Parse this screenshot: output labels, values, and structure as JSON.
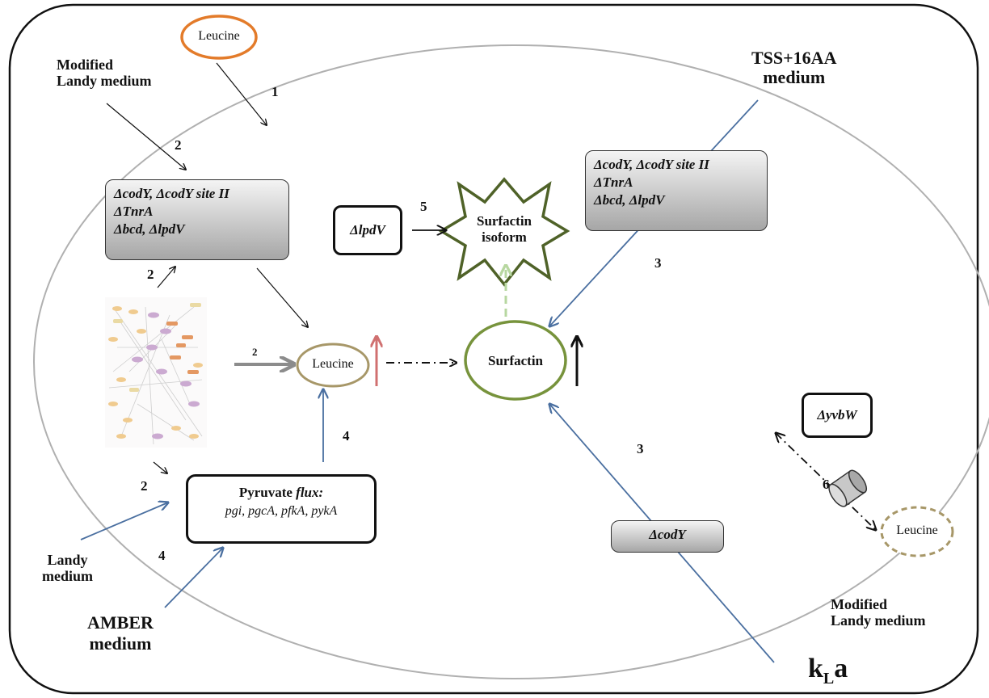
{
  "media": {
    "modified_landy_top": [
      "Modified",
      "Landy medium"
    ],
    "tss": [
      "TSS+16AA",
      "medium"
    ],
    "landy": [
      "Landy",
      "medium"
    ],
    "amber": [
      "AMBER",
      "medium"
    ],
    "modified_landy_bottom": [
      "Modified",
      "Landy medium"
    ],
    "kla_main": "k",
    "kla_sub": "L",
    "kla_end": "a"
  },
  "nodes": {
    "leucine_outside_top": "Leucine",
    "leucine_center": "Leucine",
    "leucine_secreted": "Leucine",
    "surfactin": "Surfactin",
    "surfactin_isoform": [
      "Surfactin",
      "isoform"
    ],
    "delta_lpdv": "ΔlpdV",
    "delta_yvbw": "ΔyvbW",
    "delta_cody": "ΔcodY",
    "mutants_left": [
      "ΔcodY, ΔcodY site II",
      "ΔTnrA",
      "Δbcd, ΔlpdV"
    ],
    "mutants_right": [
      "ΔcodY, ΔcodY site II",
      "ΔTnrA",
      "Δbcd, ΔlpdV"
    ],
    "pyruvate_title": "Pyruvate ",
    "pyruvate_title_it": "flux:",
    "pyruvate_genes": "pgi, pgcA, pfkA, pykA"
  },
  "step_numbers": {
    "n1": "1",
    "n2_top": "2",
    "n2_leftbox": "2",
    "n2_arrow": "2",
    "n2_bottom": "2",
    "n3_right": "3",
    "n3_bottom": "3",
    "n4_left": "4",
    "n4_center": "4",
    "n5": "5",
    "n6": "6"
  },
  "colors": {
    "cell_outline": "#b0b0b0",
    "blue_arrow": "#4a6fa0",
    "orange_ellipse": "#e37b2a",
    "olive_ellipse": "#a79768",
    "green_ellipse": "#77933c",
    "star_outline": "#4f6228",
    "dashed_green": "#b7d7a0",
    "red_arrow": "#d07070",
    "gray_arrow": "#8c8c8c"
  }
}
